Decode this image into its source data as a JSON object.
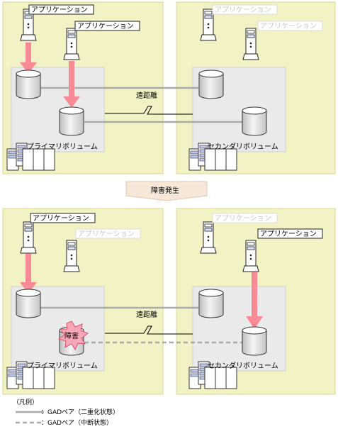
{
  "top": {
    "labels": {
      "app_primary_1": "アプリケーション",
      "app_primary_2": "アプリケーション",
      "app_secondary_1": "アプリケーション",
      "app_secondary_2": "アプリケーション",
      "distance": "遠距離",
      "primary_volume": "プライマリボリューム",
      "secondary_volume": "セカンダリボリューム"
    }
  },
  "event_label": "障害発生",
  "bottom": {
    "labels": {
      "app_primary_1": "アプリケーション",
      "app_primary_2": "アプリケーション",
      "app_secondary_1": "アプリケーション",
      "app_secondary_2": "アプリケーション",
      "distance": "遠距離",
      "failure": "障害",
      "primary_volume": "プライマリボリューム",
      "secondary_volume": "セカンダリボリューム"
    }
  },
  "legend": {
    "title": "（凡例）",
    "solid": "：GADペア（二重化状態）",
    "dashed": "：GADペア（中断状態）"
  },
  "colors": {
    "site_fill": "#f2f2c4",
    "site_stroke": "#d8d890",
    "storage_fill": "#eaeaea",
    "arrow": "#f88a96",
    "pair_line": "#aaaaaa",
    "burst_fill": "#f7a8b8",
    "burst_stroke": "#e0506a"
  }
}
